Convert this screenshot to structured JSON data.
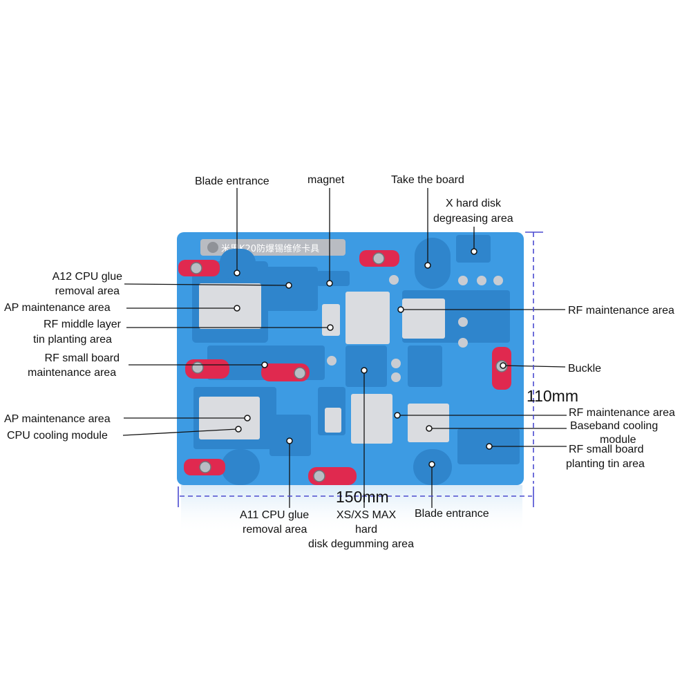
{
  "labels": {
    "blade_entrance_top": "Blade entrance",
    "magnet": "magnet",
    "take_board": "Take the board",
    "x_hard_disk_line1": "X hard disk",
    "x_hard_disk_line2": "degreasing area",
    "a12_line1": "A12 CPU glue",
    "a12_line2": "removal area",
    "ap_maintenance_top": "AP maintenance area",
    "rf_middle_line1": "RF middle layer",
    "rf_middle_line2": "tin planting area",
    "rf_small_board_line1": "RF small board",
    "rf_small_board_line2": "maintenance area",
    "ap_maintenance_bottom": "AP maintenance area",
    "cpu_cooling": "CPU cooling module",
    "rf_maintenance_top": "RF maintenance area",
    "buckle": "Buckle",
    "rf_maintenance_bottom": "RF maintenance area",
    "baseband_line1": "Baseband cooling",
    "baseband_line2": "module",
    "rf_small_tin_line1": "RF small board",
    "rf_small_tin_line2": "planting tin area",
    "a11_line1": "A11 CPU glue",
    "a11_line2": "removal area",
    "xs_line1": "XS/XS MAX",
    "xs_line2": "hard",
    "xs_line3": "disk degumming area",
    "blade_entrance_bottom": "Blade entrance"
  },
  "dimensions": {
    "width": "150mm",
    "height": "110mm"
  },
  "plate": {
    "nameplate_text": "米果K20防爆锡维修卡具"
  },
  "colors": {
    "plate_blue": "#3d9be3",
    "recess_blue": "#2f85cc",
    "metal": "#dadce0",
    "clamp_red": "#e0294f",
    "dimension_line": "#4a4ad0"
  }
}
